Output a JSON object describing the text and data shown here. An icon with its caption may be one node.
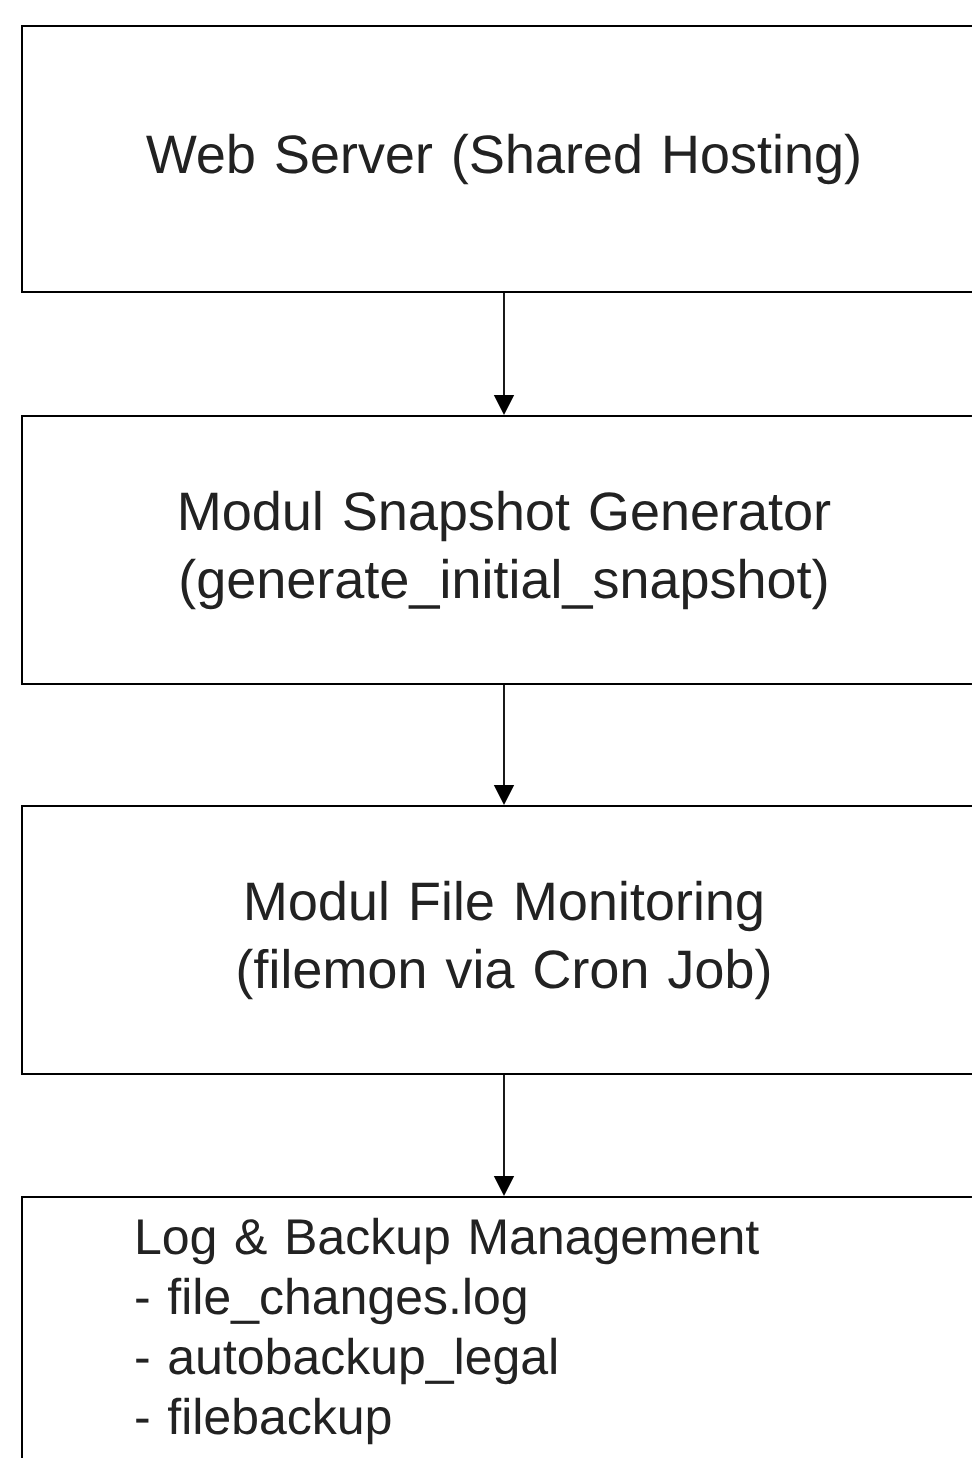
{
  "diagram": {
    "nodes": [
      {
        "text": [
          "Web Server (Shared Hosting)"
        ]
      },
      {
        "text": [
          "Modul Snapshot Generator (generate_initial_snapshot)"
        ]
      },
      {
        "text": [
          "Modul File Monitoring (filemon via Cron Job)"
        ]
      },
      {
        "text": [
          "Log & Backup Management",
          "- file_changes.log",
          "- autobackup_legal",
          "- filebackup"
        ]
      }
    ],
    "edges": [
      {
        "from": 0,
        "to": 1,
        "arrow": "to"
      },
      {
        "from": 1,
        "to": 2,
        "arrow": "to"
      },
      {
        "from": 2,
        "to": 3,
        "arrow": "to"
      }
    ]
  }
}
